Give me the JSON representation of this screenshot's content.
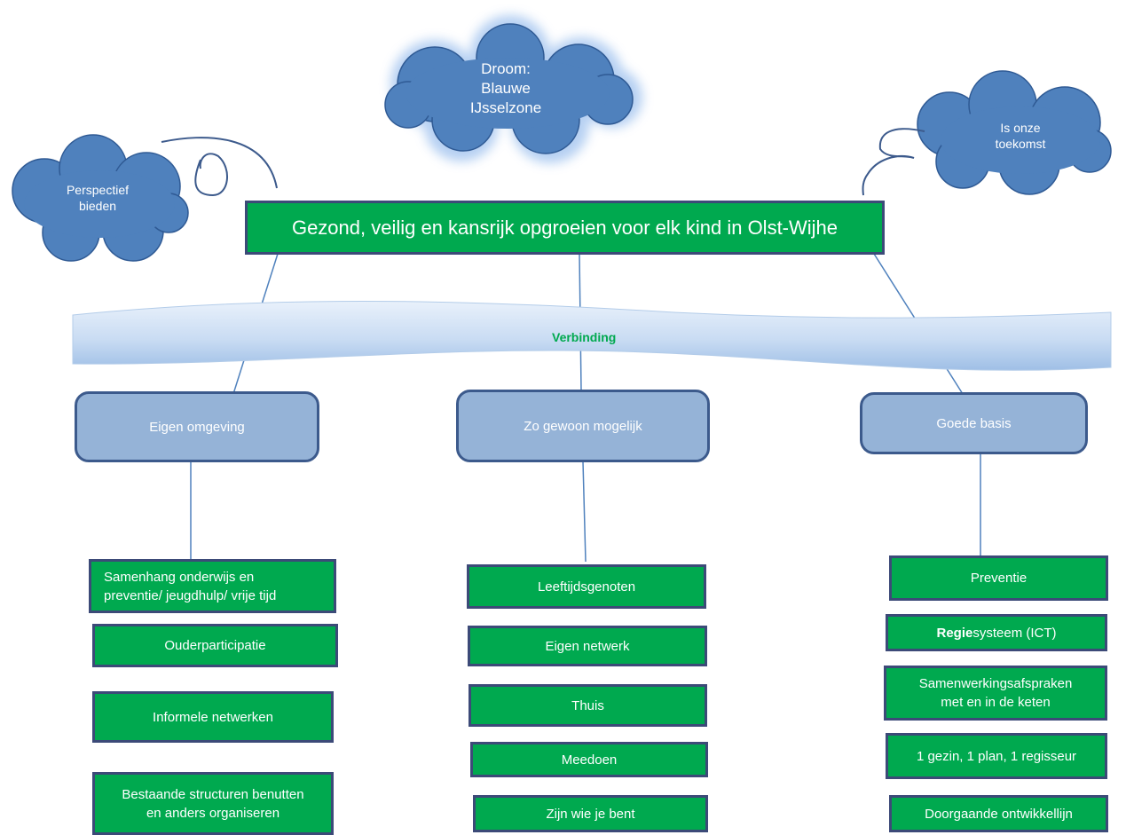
{
  "colors": {
    "green": "#00a94f",
    "pill": "#95b3d7",
    "cloud": "#4f81bd",
    "border": "#3c4a78",
    "band": "#c7d9f2"
  },
  "goal": "Gezond, veilig en kansrijk opgroeien voor elk kind in Olst-Wijhe",
  "clouds": {
    "droom": [
      "Droom:",
      "Blauwe",
      "IJsselzone"
    ],
    "perspectief": [
      "Perspectief",
      "bieden"
    ],
    "toekomst": [
      "Is onze",
      "toekomst"
    ]
  },
  "band_label": "Verbinding",
  "pillars": [
    "Eigen omgeving",
    "Zo gewoon mogelijk",
    "Goede basis"
  ],
  "columns": {
    "left": [
      [
        "Samenhang onderwijs en",
        "preventie/ jeugdhulp/ vrije tijd"
      ],
      [
        "Ouderparticipatie"
      ],
      [
        "Informele netwerken"
      ],
      [
        "Bestaande structuren benutten",
        "en anders organiseren"
      ]
    ],
    "middle": [
      "Leeftijdsgenoten",
      "Eigen netwerk",
      "Thuis",
      "Meedoen",
      "Zijn wie je bent"
    ],
    "right": {
      "preventie": "Preventie",
      "regie_bold": "Regie",
      "regie_rest": "systeem (ICT)",
      "samenwerking": [
        "Samenwerkingsafspraken",
        "met en in de keten"
      ],
      "gezin": "1 gezin, 1 plan, 1 regisseur",
      "doorgaande": "Doorgaande ontwikkellijn"
    }
  }
}
